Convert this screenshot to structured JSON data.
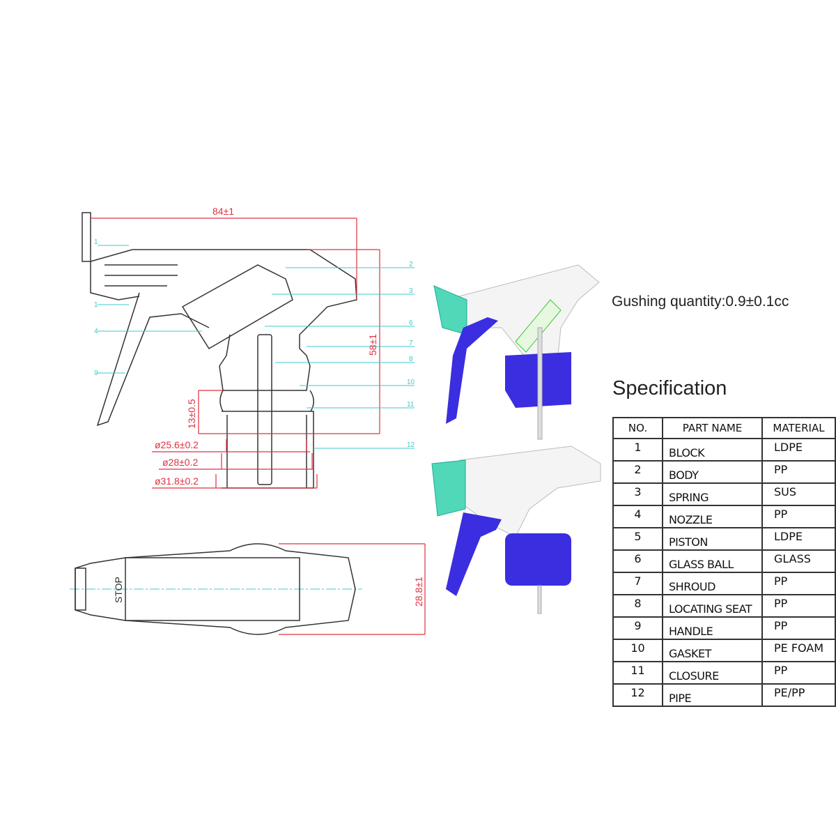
{
  "gushing_quantity": "Gushing quantity:0.9±0.1cc",
  "specification_title": "Specification",
  "table": {
    "headers": [
      "NO.",
      "PART  NAME",
      "MATERIAL"
    ],
    "rows": [
      {
        "no": "1",
        "name": "BLOCK",
        "material": "LDPE"
      },
      {
        "no": "2",
        "name": "BODY",
        "material": "PP"
      },
      {
        "no": "3",
        "name": "SPRING",
        "material": "SUS"
      },
      {
        "no": "4",
        "name": "NOZZLE",
        "material": "PP"
      },
      {
        "no": "5",
        "name": "PISTON",
        "material": "LDPE"
      },
      {
        "no": "6",
        "name": "GLASS BALL",
        "material": "GLASS"
      },
      {
        "no": "7",
        "name": "SHROUD",
        "material": "PP"
      },
      {
        "no": "8",
        "name": "LOCATING SEAT",
        "material": "PP"
      },
      {
        "no": "9",
        "name": "HANDLE",
        "material": "PP"
      },
      {
        "no": "10",
        "name": "GASKET",
        "material": "PE  FOAM"
      },
      {
        "no": "11",
        "name": "CLOSURE",
        "material": "PP"
      },
      {
        "no": "12",
        "name": "PIPE",
        "material": "PE/PP"
      }
    ]
  },
  "dimensions": {
    "width": "84±1",
    "height": "58±1",
    "closure_height": "13±0.5",
    "d1": "ø25.6±0.2",
    "d2": "ø28±0.2",
    "d3": "ø31.8±0.2",
    "top_width": "28.8±1"
  },
  "top_view_label": "STOP",
  "callouts": {
    "left": [
      "1",
      "1",
      "4",
      "9"
    ],
    "right": [
      "2",
      "3",
      "6",
      "7",
      "8",
      "10",
      "11",
      "12"
    ]
  },
  "colors": {
    "dimension": "#e03040",
    "leader": "#40c8c8",
    "trigger": "#3a2ee0",
    "nozzle": "#50d8b8"
  }
}
